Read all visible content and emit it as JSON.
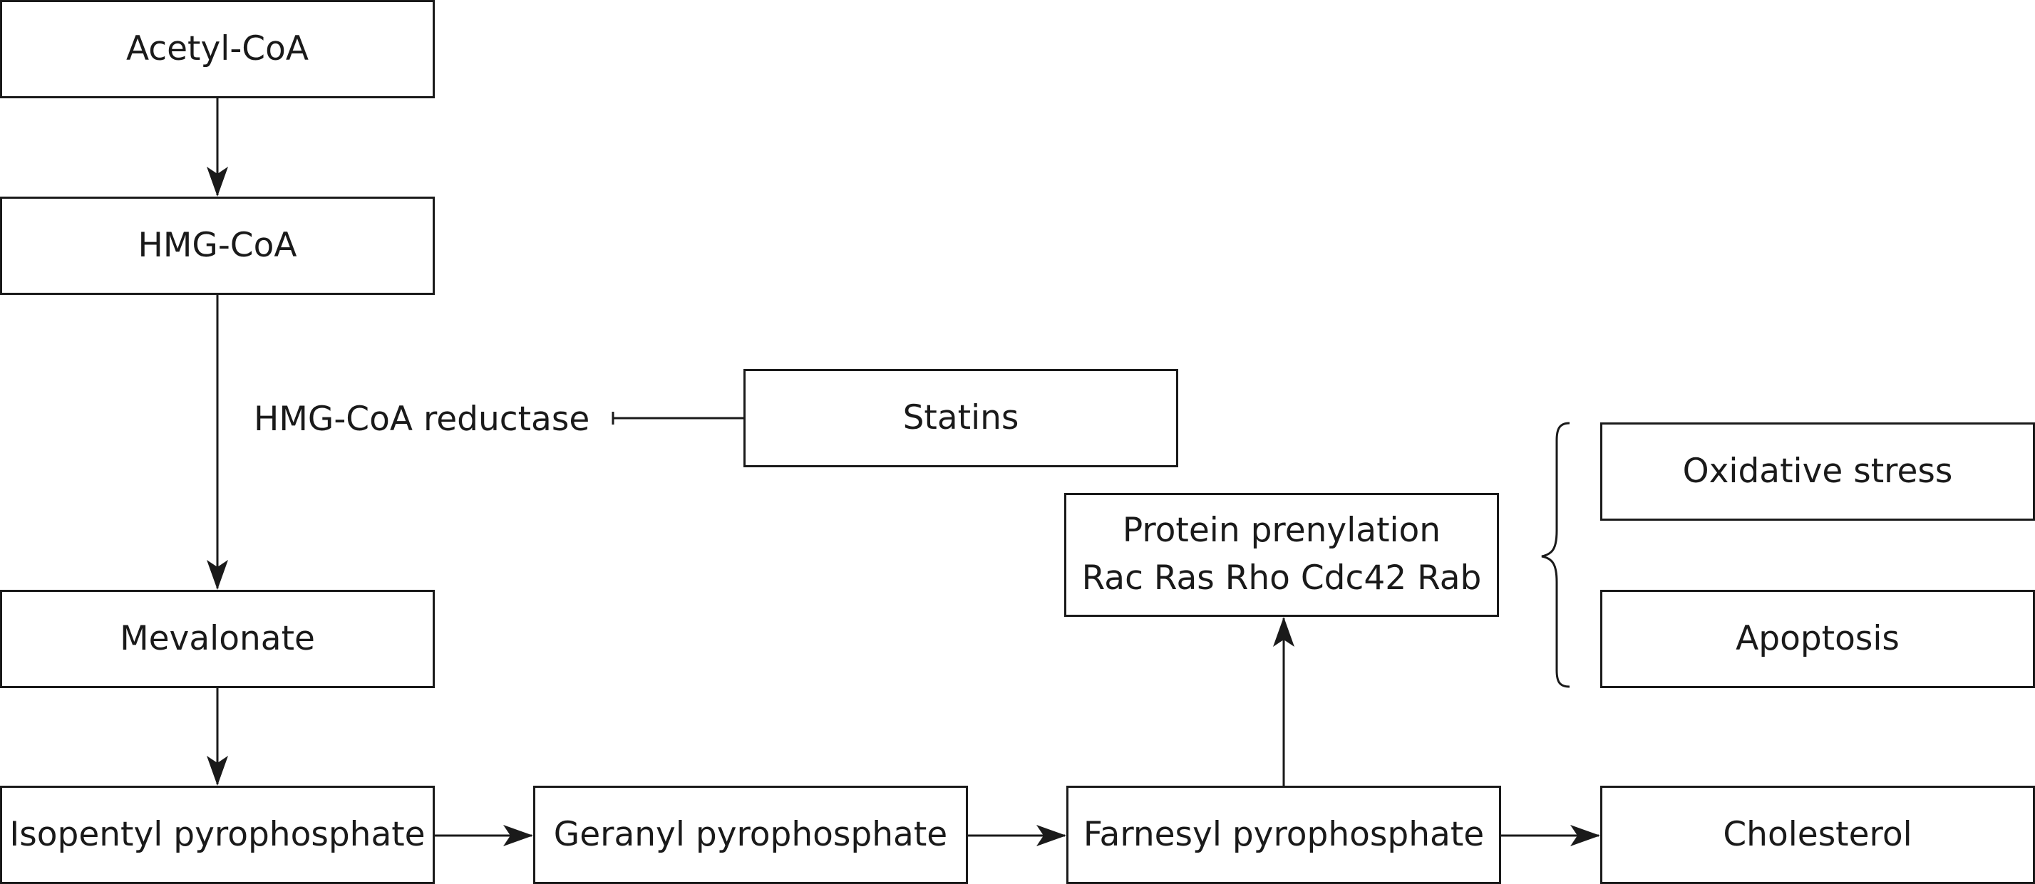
{
  "diagram": {
    "nodes": {
      "acetyl_coa": "Acetyl-CoA",
      "hmg_coa": "HMG-CoA",
      "statins": "Statins",
      "mevalonate": "Mevalonate",
      "isopentyl": "Isopentyl pyrophosphate",
      "geranyl": "Geranyl pyrophosphate",
      "farnesyl": "Farnesyl pyrophosphate",
      "cholesterol": "Cholesterol",
      "prenylation_line1": "Protein prenylation",
      "prenylation_line2": "Rac Ras Rho Cdc42 Rab",
      "oxidative_stress": "Oxidative stress",
      "apoptosis": "Apoptosis"
    },
    "enzyme_label": "HMG-CoA reductase"
  }
}
